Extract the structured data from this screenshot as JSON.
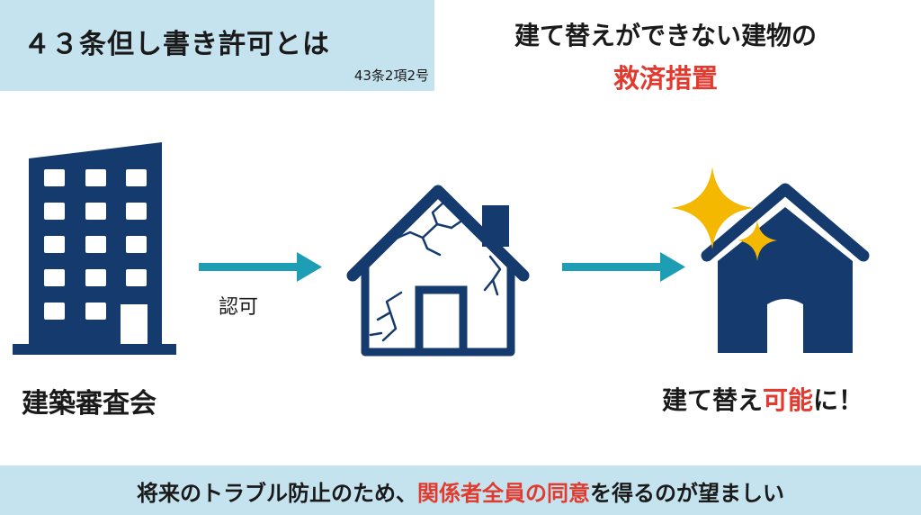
{
  "title": {
    "main": "４３条但し書き許可とは",
    "sub": "43条2項2号"
  },
  "headline": {
    "line1": "建て替えができない建物の",
    "line2": "救済措置"
  },
  "labels": {
    "committee": "建築審査会",
    "approval": "認可",
    "result_prefix": "建て替え",
    "result_highlight": "可能",
    "result_suffix": "に！"
  },
  "footer": {
    "prefix": "将来のトラブル防止のため、",
    "highlight": "関係者全員の同意",
    "suffix": "を得るのが望ましい"
  },
  "icons": [
    "office-building-icon",
    "arrow-right-icon",
    "cracked-house-icon",
    "new-house-icon",
    "sparkle-icon"
  ],
  "colors": {
    "navy": "#153a6e",
    "teal": "#1d9eb4",
    "light_blue": "#c4e3ee",
    "accent_red": "#e23a2e",
    "sparkle": "#f5b800"
  }
}
